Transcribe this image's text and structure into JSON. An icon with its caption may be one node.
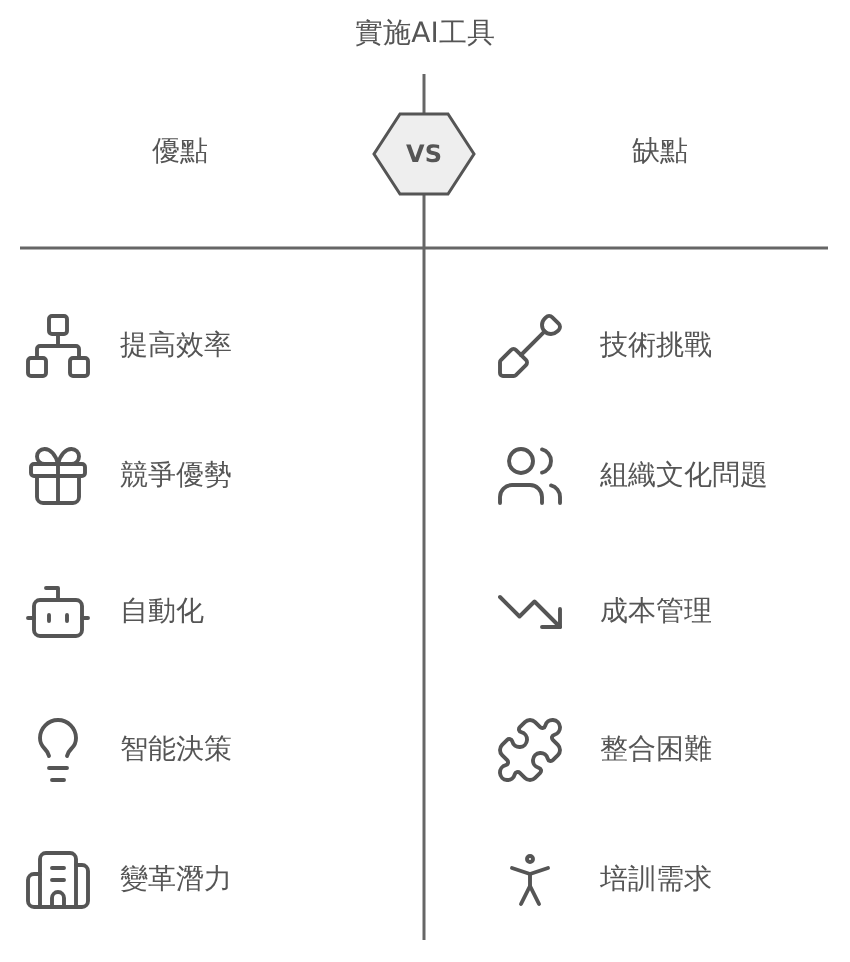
{
  "diagram": {
    "title": "實施AI工具",
    "nodes": [
      {
        "text": [
          "VS"
        ]
      }
    ],
    "labels": [
      "優點",
      "缺點",
      "提高效率",
      "技術挑戰",
      "競爭優勢",
      "組織文化問題",
      "自動化",
      "成本管理",
      "智能決策",
      "整合困難",
      "變革潛力",
      "培訓需求"
    ]
  }
}
